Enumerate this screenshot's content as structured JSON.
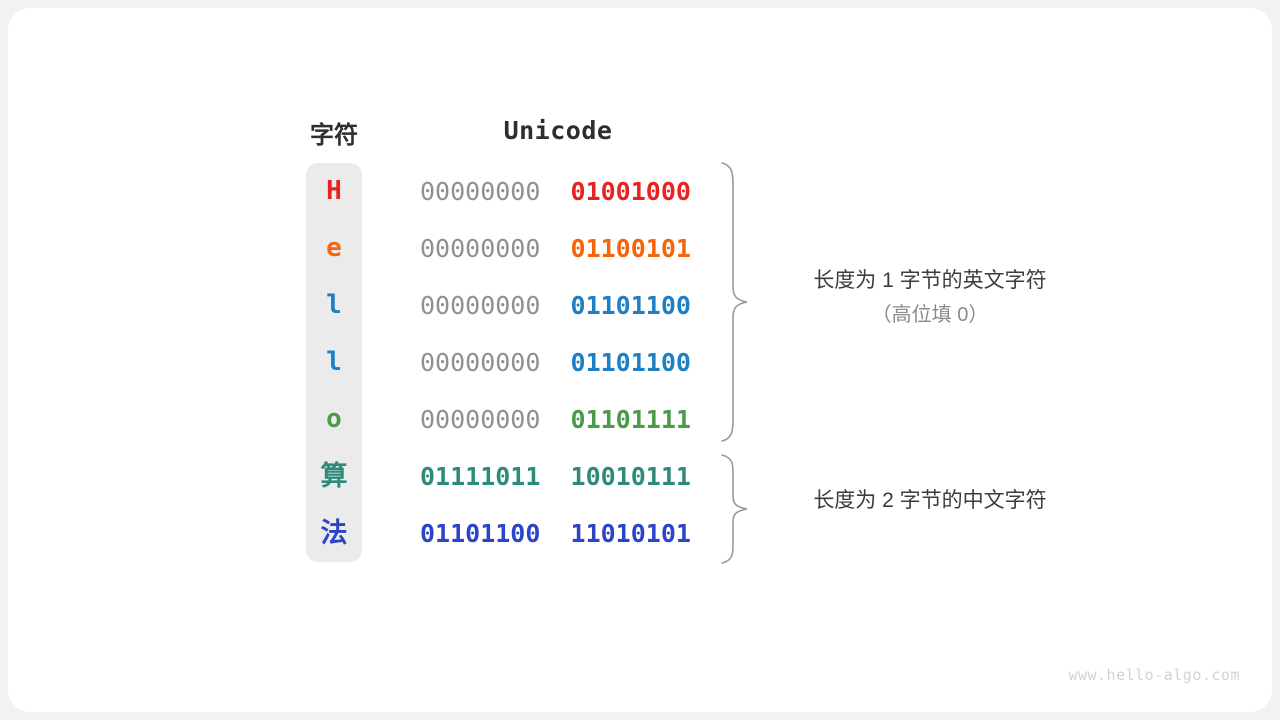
{
  "canvas": {
    "background": "#f2f2f2",
    "card_background": "#ffffff"
  },
  "headers": {
    "character": "字符",
    "unicode": "Unicode"
  },
  "palette": {
    "red": "#e8231f",
    "orange": "#f4650c",
    "blue": "#1f7fc4",
    "green": "#4a9a4a",
    "teal": "#2e8b7a",
    "violet": "#2c44c8",
    "gray_high_byte": "#909090",
    "pill": "#ebebeb",
    "brace": "#9a9a9a",
    "annotation_primary": "#3c3c3c",
    "annotation_secondary": "#8a8a8a",
    "watermark": "#d2d2d2"
  },
  "rows": [
    {
      "char": "H",
      "high_byte": "00000000",
      "low_byte": "01001000",
      "color": "#e8231f",
      "high_byte_emphasized": false
    },
    {
      "char": "e",
      "high_byte": "00000000",
      "low_byte": "01100101",
      "color": "#f4650c",
      "high_byte_emphasized": false
    },
    {
      "char": "l",
      "high_byte": "00000000",
      "low_byte": "01101100",
      "color": "#1f7fc4",
      "high_byte_emphasized": false
    },
    {
      "char": "l",
      "high_byte": "00000000",
      "low_byte": "01101100",
      "color": "#1f7fc4",
      "high_byte_emphasized": false
    },
    {
      "char": "o",
      "high_byte": "00000000",
      "low_byte": "01101111",
      "color": "#4a9a4a",
      "high_byte_emphasized": false
    },
    {
      "char": "算",
      "high_byte": "01111011",
      "low_byte": "10010111",
      "color": "#2e8b7a",
      "high_byte_emphasized": true
    },
    {
      "char": "法",
      "high_byte": "01101100",
      "low_byte": "11010101",
      "color": "#2c44c8",
      "high_byte_emphasized": true
    }
  ],
  "annotations": [
    {
      "line1": "长度为 1 字节的英文字符",
      "line2": "（高位填 0）"
    },
    {
      "line1": "长度为 2 字节的中文字符",
      "line2": ""
    }
  ],
  "watermark": "www.hello-algo.com"
}
